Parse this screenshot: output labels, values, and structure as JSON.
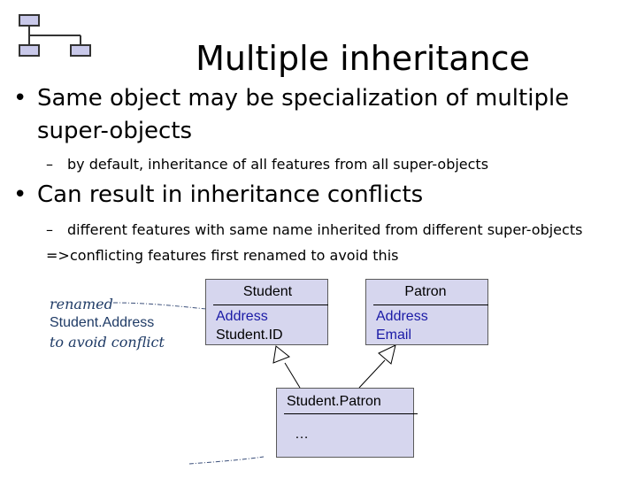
{
  "slide": {
    "title": "Multiple inheritance",
    "bullets": [
      {
        "text_line1": "Same object may be specialization of multiple",
        "text_line2": "super-objects",
        "sub": [
          {
            "marker": "–",
            "text": "by default, inheritance of all features from all super-objects"
          }
        ]
      },
      {
        "text_line1": "Can result in inheritance conflicts",
        "sub": [
          {
            "marker": "–",
            "text": "different features with same name inherited from different super-objects"
          },
          {
            "marker": "=>",
            "text": "conflicting features first renamed to avoid this"
          }
        ]
      }
    ]
  },
  "annotation": {
    "line1": "renamed",
    "line2": "Student.Address",
    "line3": "to avoid conflict"
  },
  "classes": {
    "student": {
      "name": "Student",
      "attrs": [
        "Address",
        "Student.ID"
      ]
    },
    "patron": {
      "name": "Patron",
      "attrs": [
        "Address",
        "Email"
      ]
    },
    "student_patron": {
      "name": "Student.Patron",
      "body": "…"
    }
  },
  "colors": {
    "box_fill": "#d6d6ee",
    "attr_text": "#1a1aa6",
    "annotation_text": "#1f3b66"
  }
}
